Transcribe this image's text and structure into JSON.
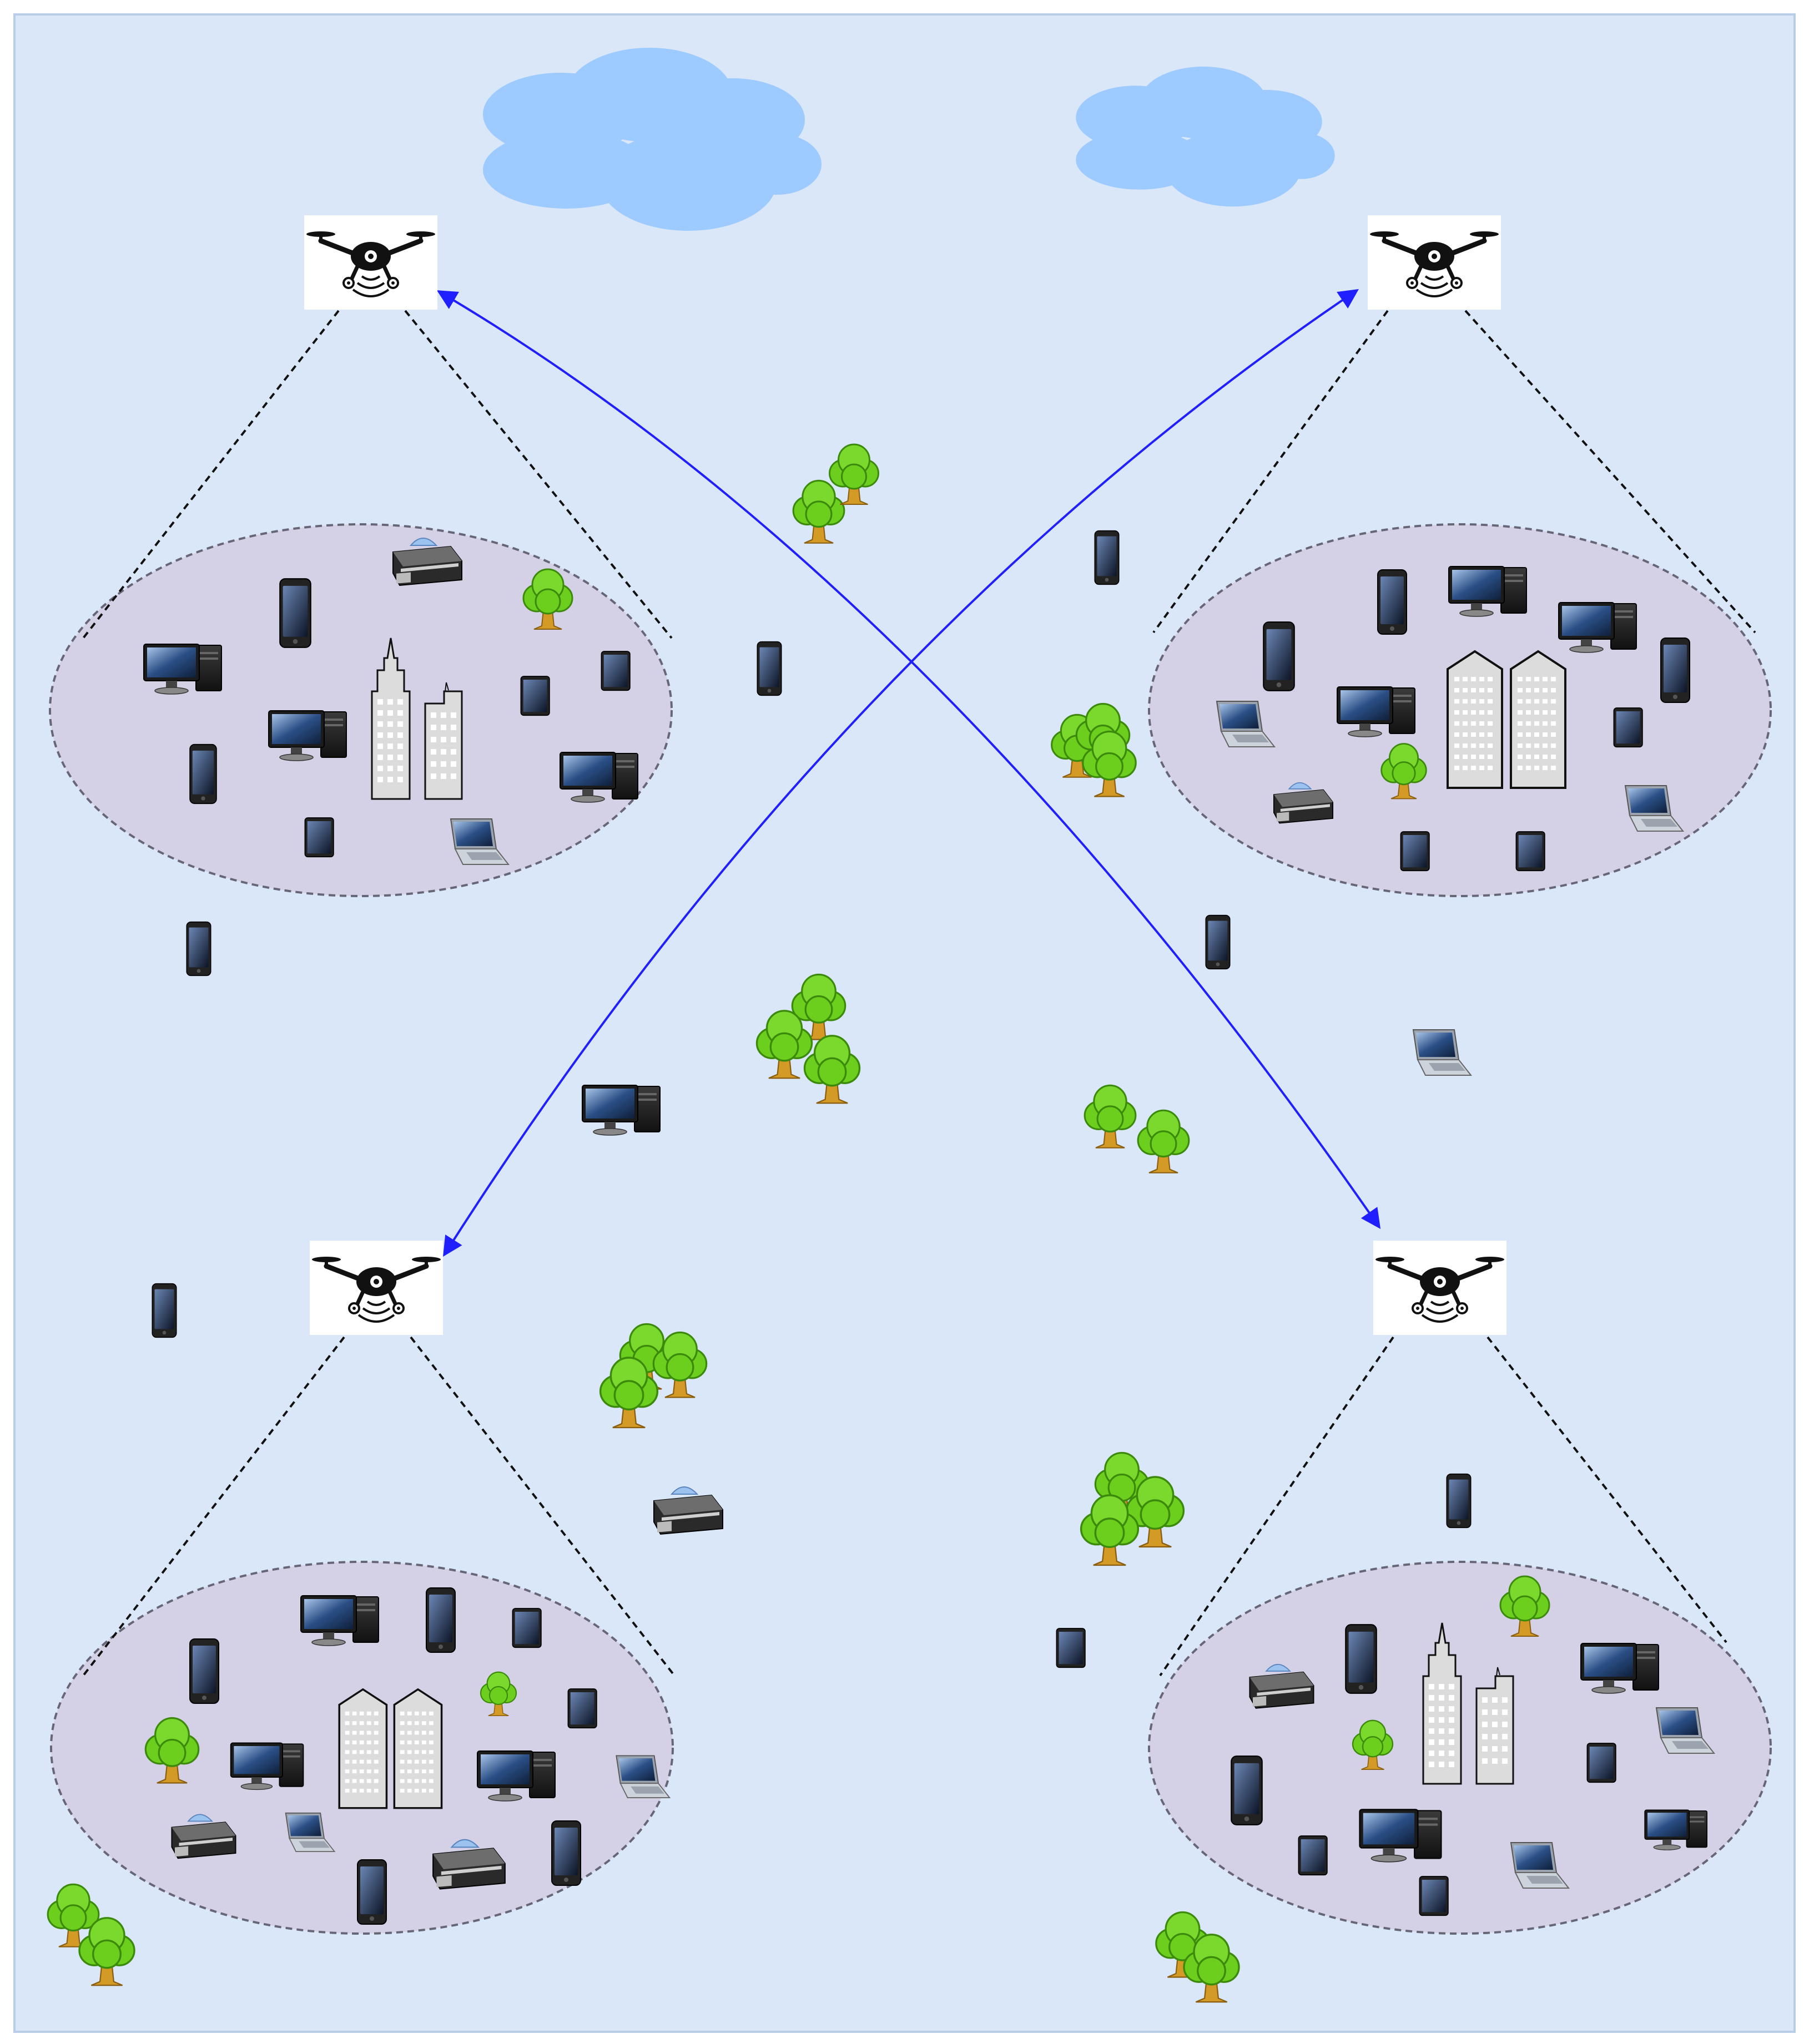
{
  "diagram": {
    "background_color": "#dae7f8",
    "frame_color": "#b9cde6",
    "cloud_color": "#9ecbff",
    "cluster_fill": "#d4d0e5",
    "cluster_stroke": "#666677",
    "link_color": "#1f1fff",
    "tree_colors": {
      "foliage": "#6ccf1e",
      "foliage_edge": "#3c8a0c",
      "trunk": "#d39a26"
    },
    "uav_nodes": [
      {
        "id": "uav-top-left",
        "icon": "drone-icon"
      },
      {
        "id": "uav-top-right",
        "icon": "drone-icon"
      },
      {
        "id": "uav-bottom-left",
        "icon": "drone-icon"
      },
      {
        "id": "uav-bottom-right",
        "icon": "drone-icon"
      }
    ],
    "ground_clusters": [
      {
        "id": "cluster-top-left",
        "served_by": "uav-top-left",
        "building": "skyscraper-icon"
      },
      {
        "id": "cluster-top-right",
        "served_by": "uav-top-right",
        "building": "twin-towers-icon"
      },
      {
        "id": "cluster-bottom-left",
        "served_by": "uav-bottom-left",
        "building": "twin-towers-icon"
      },
      {
        "id": "cluster-bottom-right",
        "served_by": "uav-bottom-right",
        "building": "skyscraper-icon"
      }
    ],
    "links": [
      {
        "from": "uav-top-left",
        "to": "uav-bottom-right",
        "style": "solid",
        "arrows": "both"
      },
      {
        "from": "uav-bottom-left",
        "to": "uav-top-right",
        "style": "solid",
        "arrows": "both"
      }
    ],
    "coverage_lines": {
      "style": "dashed"
    },
    "device_icons": [
      "desktop-computer-icon",
      "smartphone-icon",
      "tablet-icon",
      "laptop-icon",
      "printer-icon"
    ],
    "scenery_icons": [
      "cloud-icon",
      "tree-icon"
    ]
  }
}
